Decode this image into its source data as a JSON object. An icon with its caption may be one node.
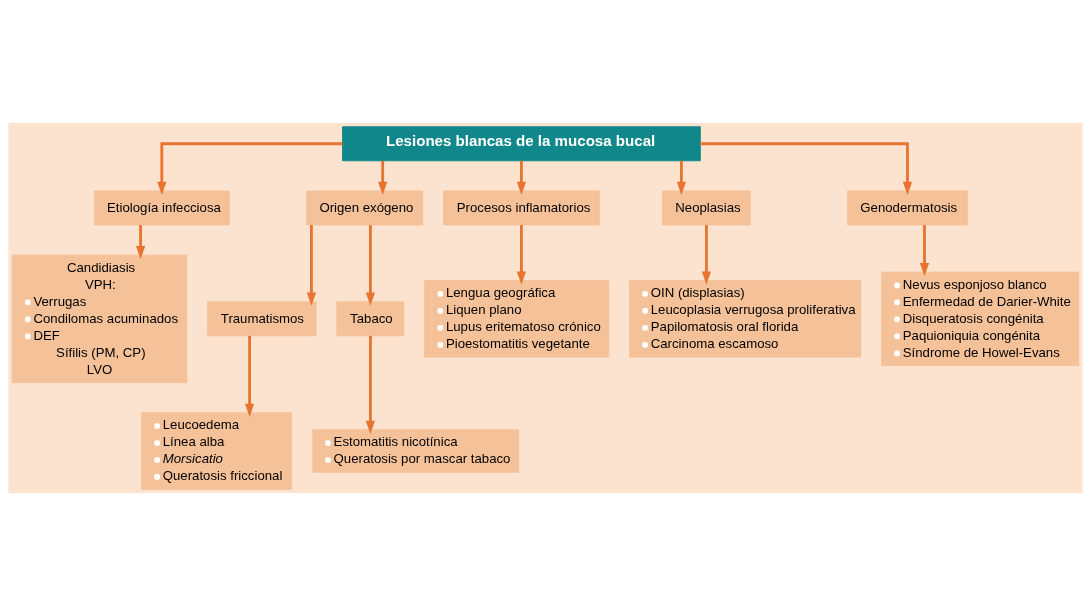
{
  "diagram": {
    "nodes": [
      {
        "text": [
          "Lesiones blancas de la mucosa bucal"
        ]
      },
      {
        "text": [
          "Etiología infecciosa"
        ]
      },
      {
        "text": [
          "Origen exógeno"
        ]
      },
      {
        "text": [
          "Procesos inflamatorios"
        ]
      },
      {
        "text": [
          "Neoplasias"
        ]
      },
      {
        "text": [
          "Genodermatosis"
        ]
      },
      {
        "text": [
          "Candidiasis",
          "VPH:",
          "Verrugas",
          "Condilomas acuminados",
          "DEF",
          "Sífilis (PM, CP)",
          "LVO"
        ]
      },
      {
        "text": [
          "Lengua geográfica",
          "Liquen plano",
          "Lupus eritematoso crónico",
          "Pioestomatitis vegetante"
        ]
      },
      {
        "text": [
          "OIN (displasias)",
          "Leucoplasia verrugosa proliferativa",
          "Papilomatosis oral florida",
          "Carcinoma escamoso"
        ]
      },
      {
        "text": [
          "Traumatismos"
        ]
      },
      {
        "text": [
          "Tabaco"
        ]
      },
      {
        "text": [
          "Leucoedema",
          "Línea alba",
          "Morsicatio",
          "Queratosis friccional"
        ]
      },
      {
        "text": [
          "Estomatitis nicotínica",
          "Queratosis por mascar tabaco"
        ]
      },
      {
        "text": [
          "Nevus esponjoso blanco",
          "Enfermedad de Darier-White",
          "Disqueratosis congénita",
          "Paquioniquia congénita",
          "Síndrome de Howel-Evans"
        ]
      }
    ],
    "edges": [
      {
        "from": 0,
        "to": 1,
        "arrow": "to"
      },
      {
        "from": 0,
        "to": 2,
        "arrow": "to"
      },
      {
        "from": 0,
        "to": 3,
        "arrow": "to"
      },
      {
        "from": 0,
        "to": 4,
        "arrow": "to"
      },
      {
        "from": 0,
        "to": 5,
        "arrow": "to"
      },
      {
        "from": 1,
        "to": 6,
        "arrow": "to"
      },
      {
        "from": 3,
        "to": 7,
        "arrow": "to"
      },
      {
        "from": 4,
        "to": 8,
        "arrow": "to"
      },
      {
        "from": 5,
        "to": 13,
        "arrow": "to"
      },
      {
        "from": 2,
        "to": 9,
        "arrow": "to"
      },
      {
        "from": 2,
        "to": 10,
        "arrow": "to"
      },
      {
        "from": 9,
        "to": 11,
        "arrow": "to"
      },
      {
        "from": 10,
        "to": 12,
        "arrow": "to"
      }
    ]
  }
}
